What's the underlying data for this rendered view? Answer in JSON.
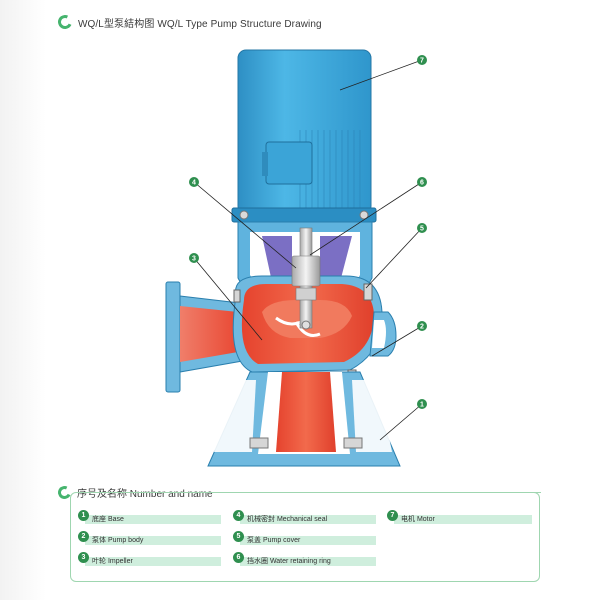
{
  "title": "WQ/L型泵結构图 WQ/L Type Pump Structure Drawing",
  "legend_title": "序号及名称 Number and name",
  "callouts": [
    "1",
    "2",
    "3",
    "4",
    "5",
    "6",
    "7"
  ],
  "colors": {
    "motor_blue": "#3aa6d8",
    "body_red": "#ec4a33",
    "base_blue": "#6fb9df",
    "seal_purple": "#7b6fc4",
    "accent_green": "#2f8f4f"
  },
  "legend": [
    {
      "num": "1",
      "label": "底座 Base"
    },
    {
      "num": "2",
      "label": "泵体 Pump body"
    },
    {
      "num": "3",
      "label": "叶轮 Impeller"
    },
    {
      "num": "4",
      "label": "机械密封 Mechanical seal"
    },
    {
      "num": "5",
      "label": "泵盖 Pump cover"
    },
    {
      "num": "6",
      "label": "挡水圈 Water retaining ring"
    },
    {
      "num": "7",
      "label": "电机 Motor"
    }
  ]
}
